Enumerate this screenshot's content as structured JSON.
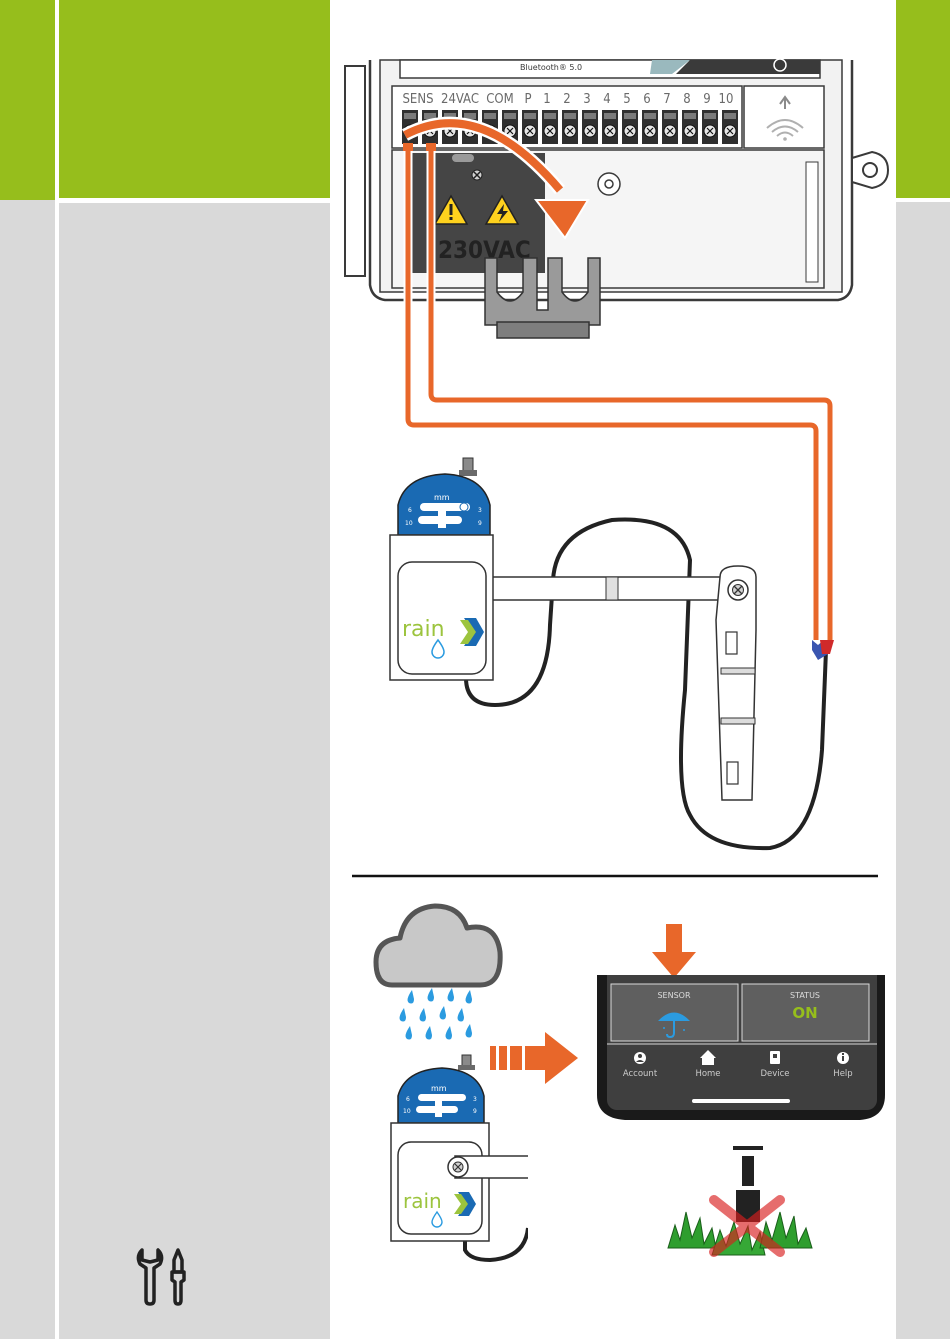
{
  "controller": {
    "bluetooth_label": "Bluetooth® 5.0",
    "terminals": [
      "SENS",
      "24VAC",
      "COM",
      "P",
      "1",
      "2",
      "3",
      "4",
      "5",
      "6",
      "7",
      "8",
      "9",
      "10"
    ],
    "voltage_label": "230VAC"
  },
  "sensor": {
    "dial_unit": "mm",
    "dial_marks": [
      "6",
      "10",
      "3",
      "9"
    ],
    "brand": "rain"
  },
  "app": {
    "sensor_tile_label": "SENSOR",
    "status_tile_label": "STATUS",
    "status_value": "ON",
    "nav": [
      {
        "label": "Account",
        "icon": "account-icon"
      },
      {
        "label": "Home",
        "icon": "home-icon"
      },
      {
        "label": "Device",
        "icon": "device-icon"
      },
      {
        "label": "Help",
        "icon": "help-icon"
      }
    ]
  },
  "colors": {
    "brand_green": "#96be1c",
    "panel_gray": "#d9d9d9",
    "wire_orange": "#e8672a",
    "sensor_blue": "#1a6ab3",
    "rain_blue": "#2b9be0",
    "status_green": "#96be1c",
    "app_dark": "#3f3f3f"
  }
}
